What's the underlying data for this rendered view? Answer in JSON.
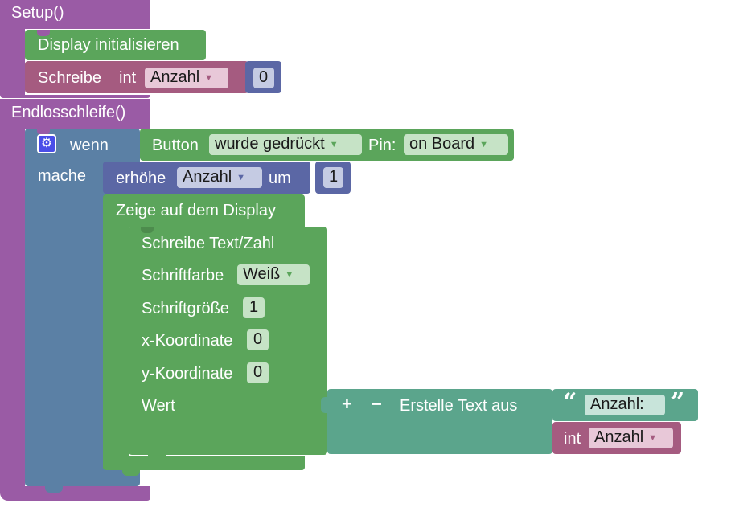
{
  "colors": {
    "procedure": "#9a5ba5",
    "display": "#5ba55b",
    "variable": "#a55b80",
    "math": "#5b67a5",
    "logic": "#5b80a5",
    "text": "#5ba58c",
    "field_green": "#c6e3c6",
    "field_pink": "#e8c8d8",
    "field_blue": "#c5cbe3"
  },
  "setup": {
    "title": "Setup()",
    "display_init": "Display initialisieren",
    "write_label": "Schreibe",
    "type": "int",
    "variable": "Anzahl",
    "value": "0"
  },
  "loop": {
    "title": "Endlosschleife()",
    "if_block": {
      "gear_icon": "gear-icon",
      "if_label": "wenn",
      "do_label": "mache",
      "condition": {
        "label": "Button",
        "state": "wurde gedrückt",
        "pin_label": "Pin:",
        "pin": "on Board"
      }
    },
    "increment": {
      "label": "erhöhe",
      "variable": "Anzahl",
      "by_label": "um",
      "value": "1"
    },
    "display_show": {
      "label": "Zeige auf dem Display",
      "write": {
        "title": "Schreibe Text/Zahl",
        "color_label": "Schriftfarbe",
        "color": "Weiß",
        "size_label": "Schriftgröße",
        "size": "1",
        "x_label": "x-Koordinate",
        "x": "0",
        "y_label": "y-Koordinate",
        "y": "0",
        "value_label": "Wert"
      }
    },
    "create_text": {
      "plus": "+",
      "minus": "−",
      "label": "Erstelle Text aus",
      "open_quote": "“",
      "text": "Anzahl:",
      "close_quote": "”",
      "type": "int",
      "variable": "Anzahl"
    }
  }
}
